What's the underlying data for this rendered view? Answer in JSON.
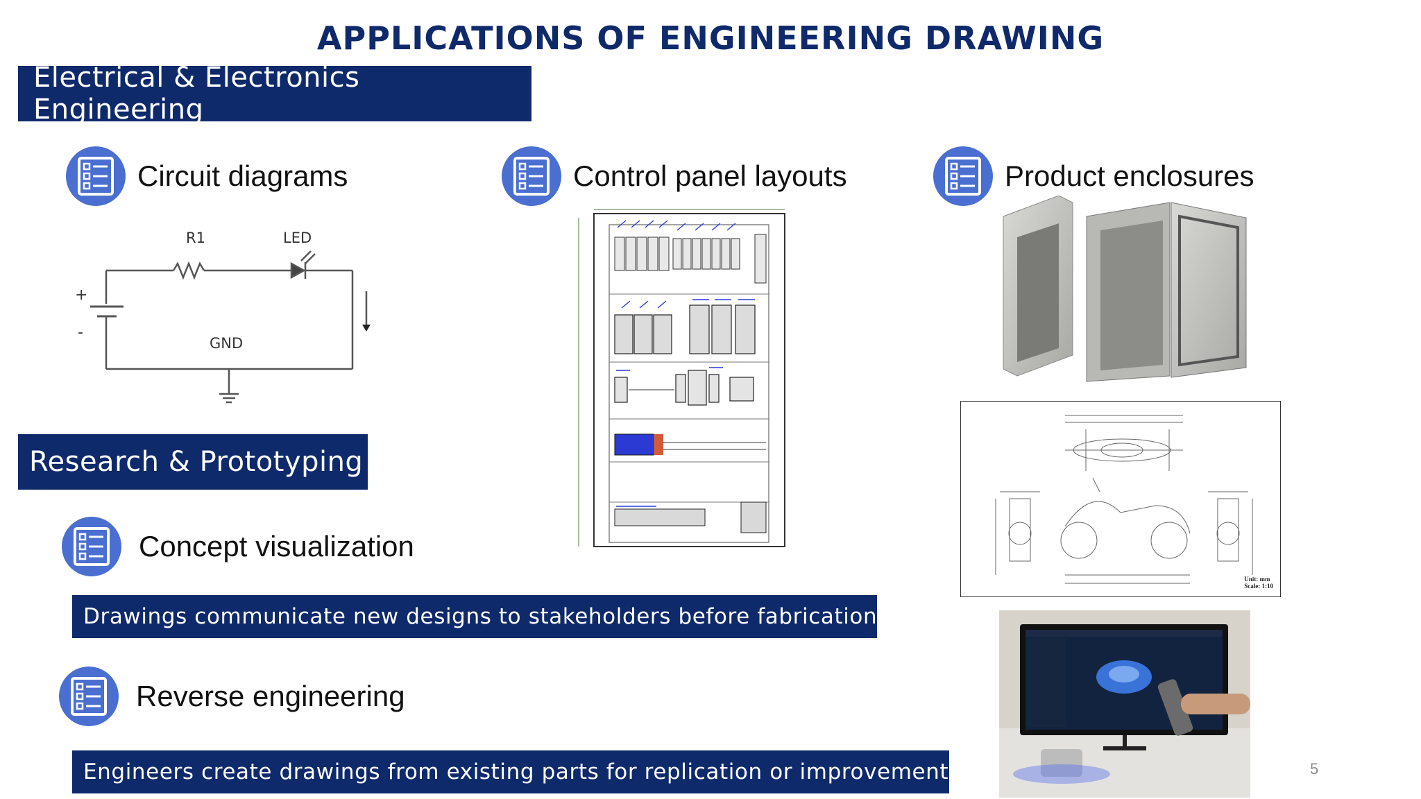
{
  "slide": {
    "title": "APPLICATIONS OF ENGINEERING DRAWING",
    "page_number": "5"
  },
  "sections": {
    "electrical": {
      "heading": "Electrical & Electronics Engineering",
      "items": [
        {
          "label": "Circuit diagrams",
          "icon": "list-icon"
        },
        {
          "label": "Control panel layouts",
          "icon": "list-icon"
        },
        {
          "label": "Product enclosures",
          "icon": "list-icon"
        }
      ]
    },
    "research": {
      "heading": "Research & Prototyping",
      "items": [
        {
          "label": "Concept visualization",
          "icon": "list-icon",
          "description": "Drawings communicate new designs to stakeholders before fabrication."
        },
        {
          "label": "Reverse engineering",
          "icon": "list-icon",
          "description": "Engineers create drawings from existing parts for replication or improvement."
        }
      ]
    }
  },
  "circuit": {
    "resistor_label": "R1",
    "led_label": "LED",
    "ground_label": "GND",
    "plus_label": "+",
    "minus_label": "-"
  },
  "scooter_drawing": {
    "unit_label": "Unit: mm",
    "scale_label": "Scale: 1:10"
  },
  "colors": {
    "brand_navy": "#0f2a6b",
    "icon_blue": "#4a6fd0"
  }
}
